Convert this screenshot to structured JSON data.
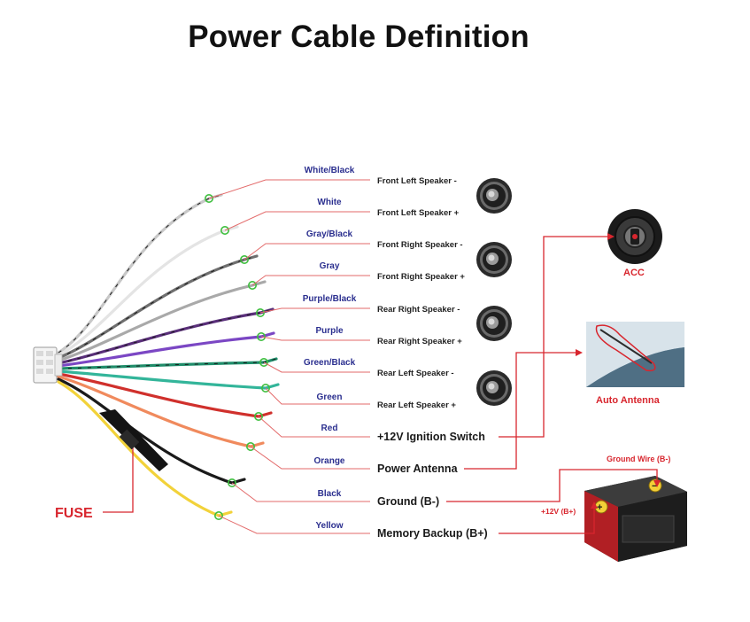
{
  "title": "Power Cable Definition",
  "wires": [
    {
      "color_name": "White/Black",
      "function": "Front Left Speaker -",
      "color": "#c8c8c8"
    },
    {
      "color_name": "White",
      "function": "Front Left Speaker +",
      "color": "#e4e4e4"
    },
    {
      "color_name": "Gray/Black",
      "function": "Front Right Speaker -",
      "color": "#6f6f6f"
    },
    {
      "color_name": "Gray",
      "function": "Front Right Speaker +",
      "color": "#a9a9a9"
    },
    {
      "color_name": "Purple/Black",
      "function": "Rear Right Speaker -",
      "color": "#5a2f7a"
    },
    {
      "color_name": "Purple",
      "function": "Rear Right Speaker +",
      "color": "#7b47c4"
    },
    {
      "color_name": "Green/Black",
      "function": "Rear Left Speaker -",
      "color": "#1f8d6a"
    },
    {
      "color_name": "Green",
      "function": "Rear Left Speaker +",
      "color": "#33b59a"
    },
    {
      "color_name": "Red",
      "function": "+12V Ignition Switch",
      "color": "#d0302c"
    },
    {
      "color_name": "Orange",
      "function": "Power Antenna",
      "color": "#f08a5d"
    },
    {
      "color_name": "Black",
      "function": "Ground (B-)",
      "color": "#1a1a1a"
    },
    {
      "color_name": "Yellow",
      "function": "Memory Backup (B+)",
      "color": "#f2d23a"
    }
  ],
  "labels": {
    "acc": "ACC",
    "auto_antenna": "Auto Antenna",
    "ground_wire": "Ground Wire (B-)",
    "plus12v": "+12V (B+)",
    "fuse": "FUSE"
  },
  "icons": {
    "speaker": "speaker-icon",
    "ignition": "ignition-key-icon",
    "antenna": "auto-antenna-icon",
    "battery": "car-battery-icon",
    "connector": "harness-connector-icon",
    "fuse": "inline-fuse-icon"
  },
  "colors": {
    "title": "#111111",
    "wire_label": "#2b2f8f",
    "callout_red": "#d8262e",
    "leader_line": "#e36a6a"
  }
}
